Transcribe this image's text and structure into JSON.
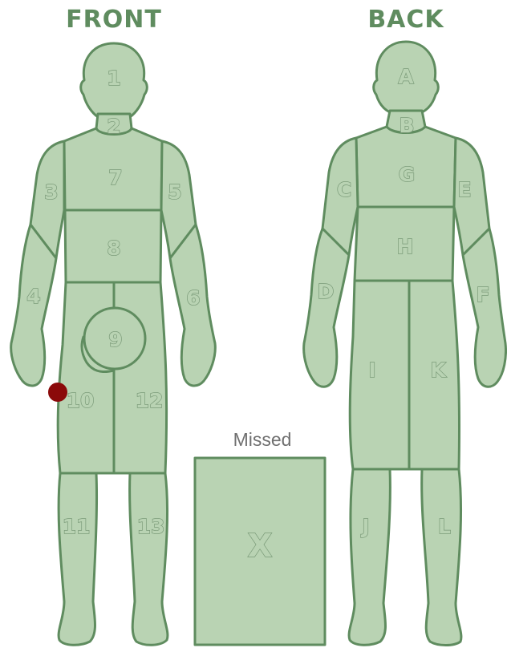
{
  "titles": {
    "front": "FRONT",
    "back": "BACK"
  },
  "front_labels": {
    "z1": "1",
    "z2": "2",
    "z3": "3",
    "z4": "4",
    "z5": "5",
    "z6": "6",
    "z7": "7",
    "z8": "8",
    "z9": "9",
    "z10": "10",
    "z11": "11",
    "z12": "12",
    "z13": "13"
  },
  "back_labels": {
    "a": "A",
    "b": "B",
    "c": "C",
    "d": "D",
    "e": "E",
    "f": "F",
    "g": "G",
    "h": "H",
    "i": "I",
    "j": "J",
    "k": "K",
    "l": "L"
  },
  "missed": {
    "caption": "Missed",
    "label": "X"
  },
  "hits": [
    {
      "zone": "10"
    }
  ],
  "colors": {
    "zone_fill": "#b9d3b3",
    "outline": "#5f8c5f",
    "title": "#5f8c5f",
    "hit_marker": "#8b0a0a"
  }
}
